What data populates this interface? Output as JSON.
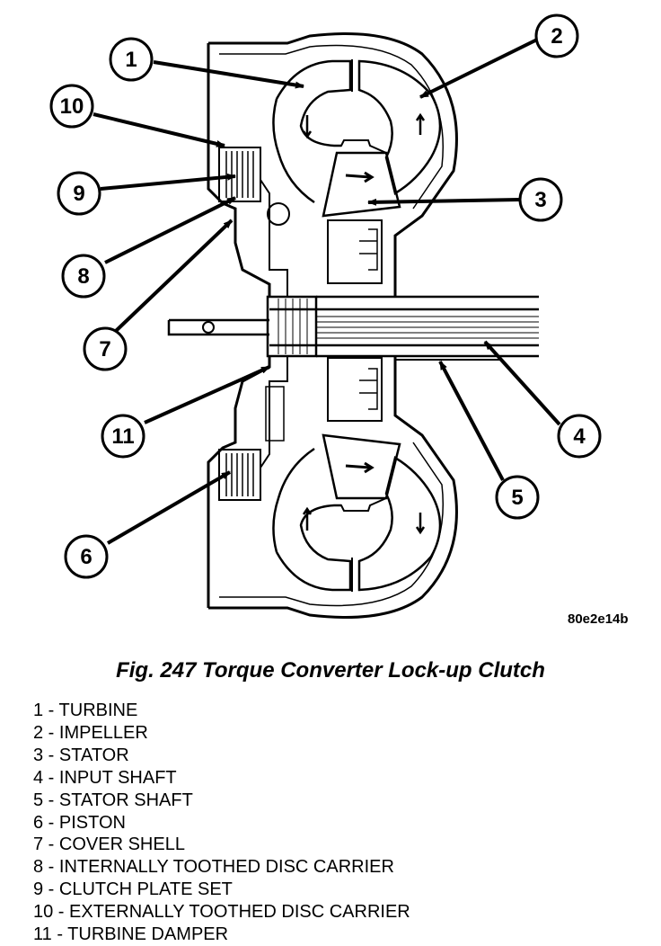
{
  "diagram_code": "80e2e14b",
  "caption": "Fig. 247 Torque Converter Lock-up Clutch",
  "callouts": [
    "1",
    "2",
    "3",
    "4",
    "5",
    "6",
    "7",
    "8",
    "9",
    "10",
    "11"
  ],
  "legend": [
    "1 - TURBINE",
    "2 - IMPELLER",
    "3 - STATOR",
    "4 - INPUT SHAFT",
    "5 - STATOR SHAFT",
    "6 - PISTON",
    "7 - COVER SHELL",
    "8 - INTERNALLY TOOTHED DISC CARRIER",
    "9 - CLUTCH PLATE SET",
    "10 - EXTERNALLY TOOTHED DISC CARRIER",
    "11 - TURBINE DAMPER"
  ]
}
